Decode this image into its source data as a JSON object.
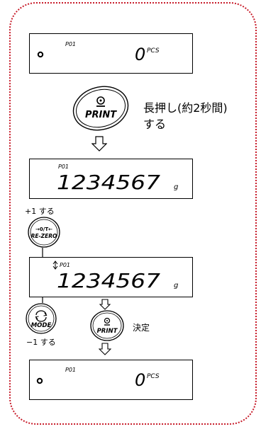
{
  "display1": {
    "prog": "P01",
    "value": "0",
    "unit": "PCS"
  },
  "print_button": {
    "icon": "weight-icon",
    "label": "PRINT"
  },
  "long_press_note": {
    "line1": "長押し(約2秒間)",
    "line2": "する"
  },
  "display2": {
    "prog": "P01",
    "value": "1234567",
    "unit": "g"
  },
  "plus_note": "+1 する",
  "rezero_button": {
    "top": "→0/T←",
    "label": "RE-ZERO"
  },
  "display3": {
    "prog": "P01",
    "value": "1234567",
    "unit": "g"
  },
  "mode_button": {
    "icon": "cycle-icon",
    "label": "MODE"
  },
  "minus_note": "−1 する",
  "print_button_small": {
    "icon": "weight-icon",
    "label": "PRINT"
  },
  "confirm_note": "決定",
  "display4": {
    "prog": "P01",
    "value": "0",
    "unit": "PCS"
  },
  "colors": {
    "frame": "#c81e2c",
    "ink": "#000000"
  }
}
